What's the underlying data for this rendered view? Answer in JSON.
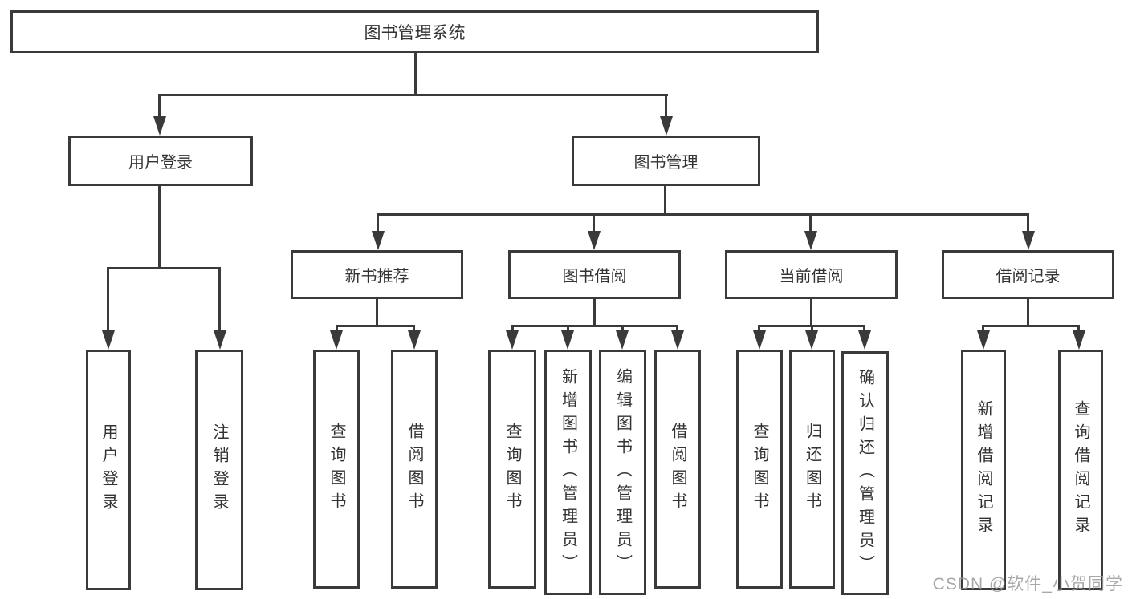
{
  "diagram": {
    "tree": {
      "root": {
        "label": "图书管理系统",
        "children": [
          {
            "label": "用户登录",
            "children": [
              {
                "label": "用户登录"
              },
              {
                "label": "注销登录"
              }
            ]
          },
          {
            "label": "图书管理",
            "children": [
              {
                "label": "新书推荐",
                "children": [
                  {
                    "label": "查询图书"
                  },
                  {
                    "label": "借阅图书"
                  }
                ]
              },
              {
                "label": "图书借阅",
                "children": [
                  {
                    "label": "查询图书"
                  },
                  {
                    "label": "新增图书（管理员）"
                  },
                  {
                    "label": "编辑图书（管理员）"
                  },
                  {
                    "label": "借阅图书"
                  }
                ]
              },
              {
                "label": "当前借阅",
                "children": [
                  {
                    "label": "查询图书"
                  },
                  {
                    "label": "归还图书"
                  },
                  {
                    "label": "确认归还（管理员）"
                  }
                ]
              },
              {
                "label": "借阅记录",
                "children": [
                  {
                    "label": "新增借阅记录"
                  },
                  {
                    "label": "查询借阅记录"
                  }
                ]
              }
            ]
          }
        ]
      }
    },
    "colors": {
      "line": "#3a3a3a",
      "text": "#333333",
      "background": "#ffffff",
      "watermark": "#9a9a9a"
    }
  },
  "watermark": {
    "text": "CSDN @软件_小贺同学"
  }
}
